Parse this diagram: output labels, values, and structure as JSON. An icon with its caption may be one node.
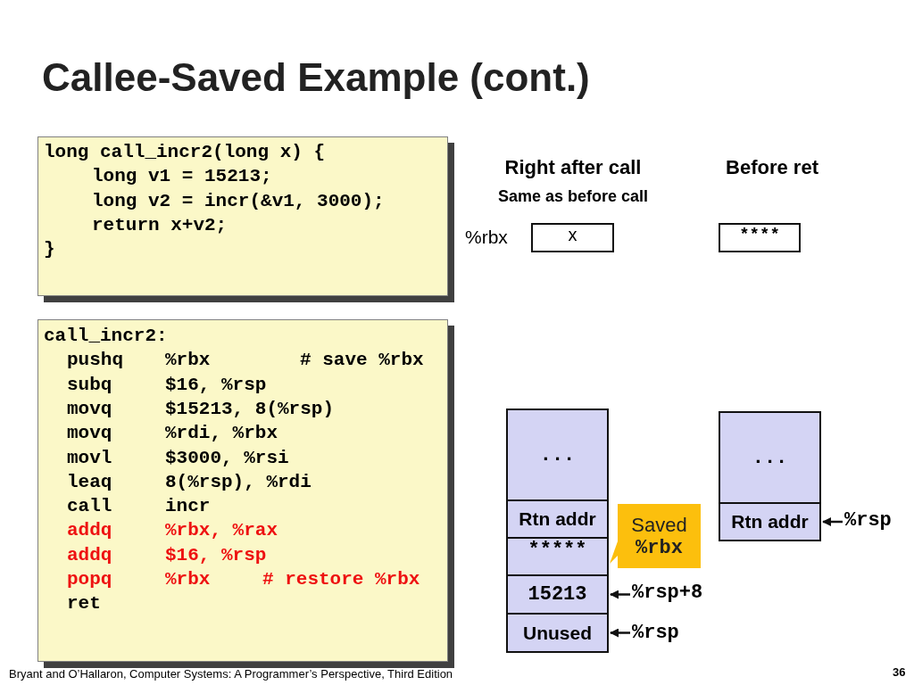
{
  "diagram": {
    "title": "Callee-Saved Example (cont.)",
    "nodes": [
      {
        "text": [
          "long call_incr2(long x) {",
          "long v1 = 15213;",
          "long v2 = incr(&v1, 3000);",
          "return x+v2;",
          "}"
        ]
      },
      {
        "text": [
          "call_incr2:",
          "pushq",
          "%rbx",
          "# save %rbx",
          "subq",
          "$16, %rsp",
          "movq",
          "$15213, 8(%rsp)",
          "movq",
          "%rdi, %rbx",
          "movl",
          "$3000, %rsi",
          "leaq",
          "8(%rsp), %rdi",
          "call",
          "incr",
          "addq",
          "%rbx, %rax",
          "addq",
          "$16, %rsp",
          "popq",
          "%rbx",
          "# restore %rbx",
          "ret"
        ]
      },
      {
        "text": [
          "x"
        ],
        "beside": [
          "%rbx"
        ]
      },
      {
        "text": [
          "****"
        ]
      },
      {
        "text": [
          "..."
        ]
      },
      {
        "text": [
          "Rtn addr"
        ]
      },
      {
        "text": [
          "*****"
        ]
      },
      {
        "text": [
          "15213"
        ]
      },
      {
        "text": [
          "Unused"
        ]
      },
      {
        "text": [
          "..."
        ]
      },
      {
        "text": [
          "Rtn addr"
        ]
      },
      {
        "text": [
          "Saved",
          "%rbx"
        ]
      },
      {
        "text": [
          "%rsp+8"
        ]
      },
      {
        "text": [
          "%rsp"
        ]
      },
      {
        "text": [
          "%rsp"
        ]
      }
    ],
    "edges": [
      {
        "from": 11,
        "to": 6,
        "arrow": "to"
      },
      {
        "from": 12,
        "to": 7,
        "arrow": "to"
      },
      {
        "from": 13,
        "to": 8,
        "arrow": "to"
      },
      {
        "from": 14,
        "to": 10,
        "arrow": "to"
      }
    ],
    "labels": [
      "Right after call",
      "Same as before call",
      "Before ret",
      "Bryant and O’Hallaron, Computer Systems: A Programmer’s Perspective, Third Edition",
      "36"
    ]
  }
}
